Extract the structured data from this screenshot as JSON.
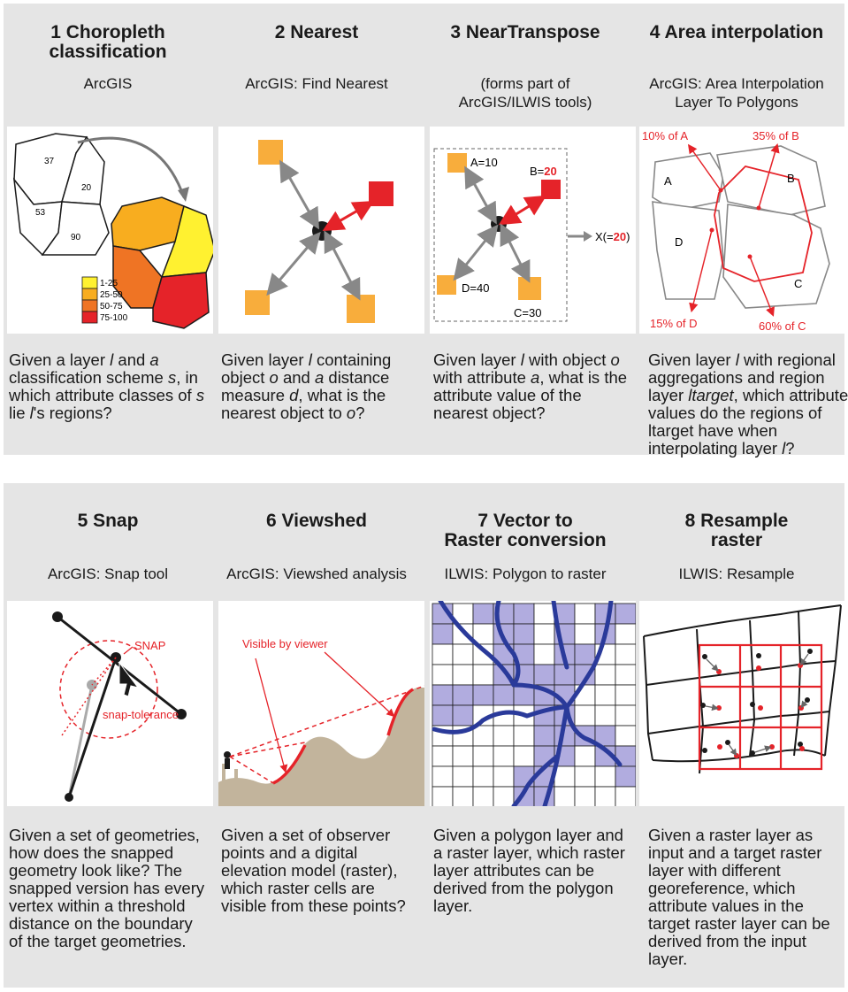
{
  "panels": [
    {
      "id": "1",
      "title_line1": "1 Choropleth",
      "title_line2": "classification",
      "tool_line1": "ArcGIS",
      "tool_line2": "",
      "desc": [
        "Given a layer ",
        {
          "i": "l"
        },
        " and ",
        {
          "i": "a"
        },
        " classification scheme ",
        {
          "i": "s"
        },
        ", in which attribute classes of ",
        {
          "i": "s"
        },
        " lie ",
        {
          "i": "l"
        },
        "'s regions?"
      ],
      "labels": {
        "r37": "37",
        "r20": "20",
        "r53": "53",
        "r90": "90"
      },
      "legend": [
        {
          "label": "1-25",
          "color": "#fff130"
        },
        {
          "label": "25-50",
          "color": "#f8ad1f"
        },
        {
          "label": "50-75",
          "color": "#ef7424"
        },
        {
          "label": "75-100",
          "color": "#e52329"
        }
      ]
    },
    {
      "id": "2",
      "title_line1": "2 Nearest",
      "title_line2": "",
      "tool_line1": "ArcGIS: Find Nearest",
      "tool_line2": "",
      "desc": [
        "Given layer ",
        {
          "i": "l"
        },
        " containing object ",
        {
          "i": "o"
        },
        " and ",
        {
          "i": "a"
        },
        " distance measure ",
        {
          "i": "d"
        },
        ", what is the nearest object to ",
        {
          "i": "o"
        },
        "?"
      ]
    },
    {
      "id": "3",
      "title_line1": "3 NearTranspose",
      "title_line2": "",
      "tool_line1": "(forms part of",
      "tool_line2": "ArcGIS/ILWIS tools)",
      "desc": [
        "Given layer ",
        {
          "i": "l"
        },
        " with object ",
        {
          "i": "o"
        },
        " with attribute ",
        {
          "i": "a"
        },
        ", what is the attribute value of the nearest object?"
      ],
      "labels": {
        "a": "A=10",
        "b": "B=",
        "b_val": "20",
        "c": "C=30",
        "d": "D=40",
        "x": "X(=",
        "x_val": "20",
        "x_end": ")"
      }
    },
    {
      "id": "4",
      "title_line1": "4 Area interpolation",
      "title_line2": "",
      "tool_line1": "ArcGIS: Area Interpolation",
      "tool_line2": "Layer To Polygons",
      "desc": [
        "Given layer ",
        {
          "i": "l"
        },
        " with regional aggregations and region layer ",
        {
          "i": "ltarget"
        },
        ", which attribute values do the regions of ltarget have when interpolating layer ",
        {
          "i": "l"
        },
        "?"
      ],
      "labels": {
        "pa": "10% of A",
        "pb": "35% of B",
        "pd": "15% of D",
        "pc": "60% of C",
        "A": "A",
        "B": "B",
        "C": "C",
        "D": "D"
      }
    },
    {
      "id": "5",
      "title_line1": "5 Snap",
      "title_line2": "",
      "tool_line1": "ArcGIS: Snap tool",
      "tool_line2": "",
      "desc": [
        "Given a set of geometries, how does the snapped geometry look like? The snapped version has every vertex within a threshold distance on the boundary of the target geometries."
      ],
      "labels": {
        "snap": "SNAP",
        "tol": "snap-tolerance"
      }
    },
    {
      "id": "6",
      "title_line1": "6 Viewshed",
      "title_line2": "",
      "tool_line1": "ArcGIS: Viewshed analysis",
      "tool_line2": "",
      "desc": [
        "Given a set of observer points and a digital elevation model (raster), which raster cells are visible from these points?"
      ],
      "labels": {
        "vis": "Visible by viewer"
      }
    },
    {
      "id": "7",
      "title_line1": "7 Vector to",
      "title_line2": "Raster conversion",
      "tool_line1": "ILWIS: Polygon to raster",
      "tool_line2": "",
      "desc": [
        "Given a polygon layer and a raster layer, which raster layer attributes can be derived from the polygon layer."
      ]
    },
    {
      "id": "8",
      "title_line1": "8 Resample",
      "title_line2": "raster",
      "tool_line1": "ILWIS: Resample",
      "tool_line2": "",
      "desc": [
        "Given a raster layer as input and a target raster layer with different georeference, which attribute values in the target raster layer can be derived from the input layer."
      ]
    }
  ],
  "colors": {
    "red": "#e52329",
    "orange": "#f8ad3c",
    "gray": "#888888",
    "blue": "#2a3a9a",
    "lavender": "#b1acdf",
    "terrain": "#c2b49c"
  }
}
